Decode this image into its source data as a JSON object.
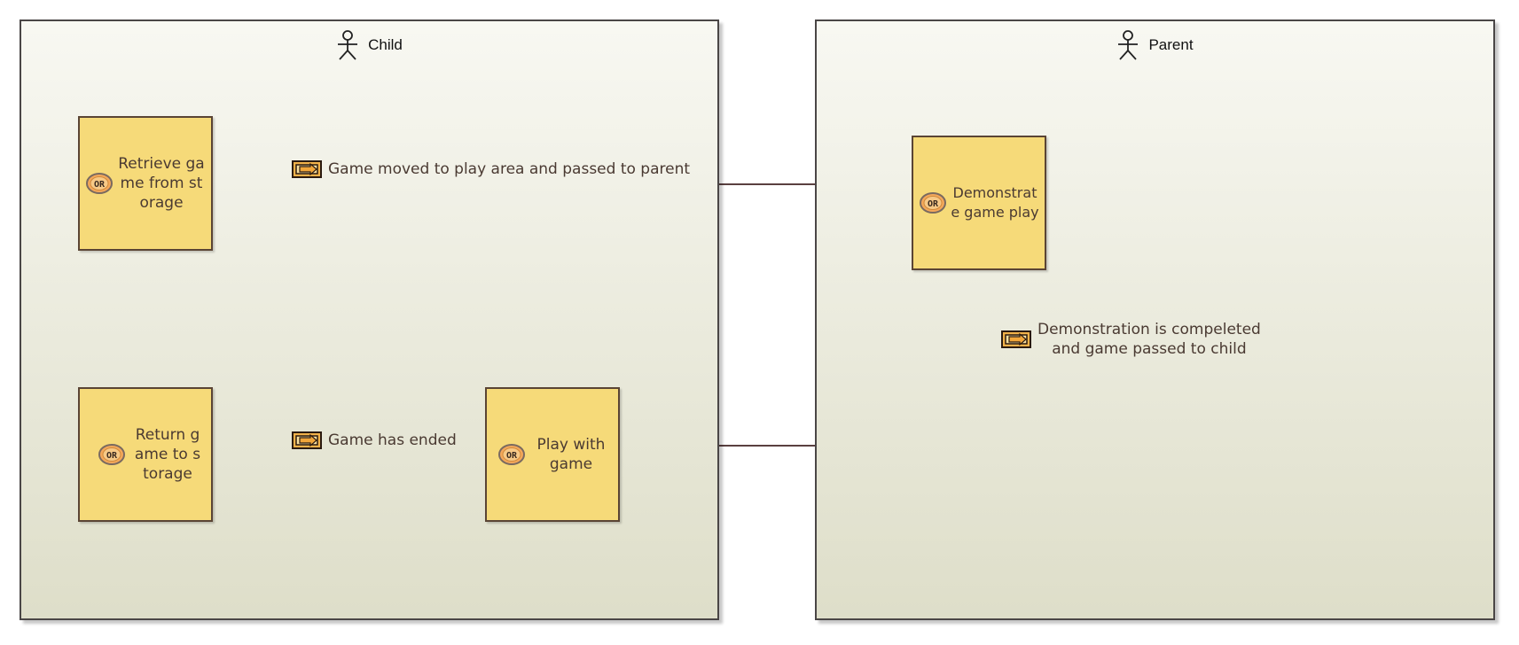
{
  "lanes": {
    "child": {
      "title": "Child",
      "icon": "actor-icon"
    },
    "parent": {
      "title": "Parent",
      "icon": "actor-icon"
    }
  },
  "tasks": {
    "retrieve": {
      "label": "Retrieve game from storage",
      "icon": "or-gateway-icon"
    },
    "return": {
      "label": "Return game to storage",
      "icon": "or-gateway-icon"
    },
    "play": {
      "label": "Play with game",
      "icon": "or-gateway-icon"
    },
    "demonstrate": {
      "label": "Demonstrate game play",
      "icon": "or-gateway-icon"
    }
  },
  "flows": {
    "moved": {
      "label": "Game moved to play area and passed to parent",
      "icon": "message-flow-icon"
    },
    "demonstration": {
      "label_line1": "Demonstration is compeleted",
      "label_line2": "and game passed to child",
      "icon": "message-flow-icon"
    },
    "ended": {
      "label": "Game has ended",
      "icon": "message-flow-icon"
    }
  },
  "colors": {
    "task_fill": "#f6da79",
    "task_border": "#5a4434",
    "connector": "#5a4040",
    "lane_border": "#4a4646"
  }
}
